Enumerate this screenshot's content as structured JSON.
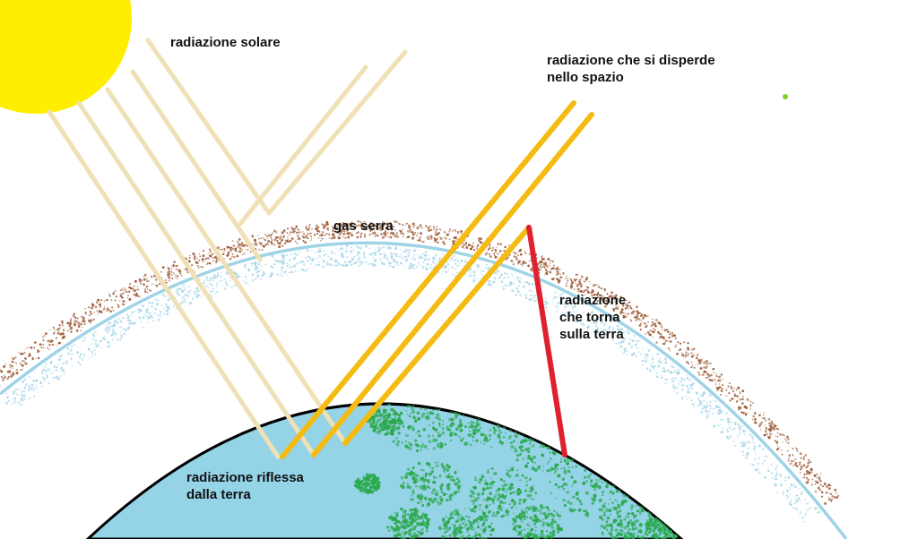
{
  "colors": {
    "background": "#ffffff",
    "sun": "#ffee00",
    "incoming_ray": "#efe0b6",
    "outgoing_ray": "#f5bb12",
    "returning_ray": "#e0202e",
    "atmosphere_line": "#9fd3e6",
    "greenhouse_gas_dots": "#9c5a34",
    "water_vapor_dots": "#a8d6ea",
    "earth_ocean": "#95d3e7",
    "earth_land": "#2aa84a"
  },
  "labels": {
    "solar": "radiazione solare",
    "space_line1": "radiazione che si disperde",
    "space_line2": "nello spazio",
    "greenhouse": "gas serra",
    "return_line1": "radiazione",
    "return_line2": "che torna",
    "return_line3": "sulla terra",
    "reflected_line1": "radiazione riflessa",
    "reflected_line2": "dalla terra"
  },
  "icons": {
    "sun": "sun-icon",
    "earth": "earth-icon"
  }
}
